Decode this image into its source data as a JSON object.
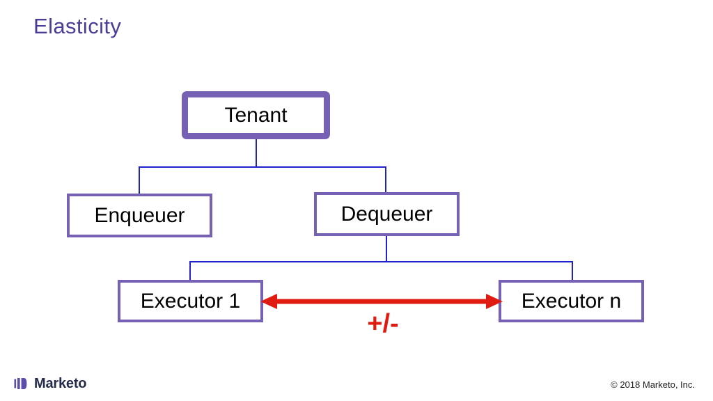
{
  "slide": {
    "title": "Elasticity",
    "title_color": "#4B3E99",
    "background": "#FFFFFF"
  },
  "diagram": {
    "type": "hierarchy-flowchart",
    "node_border_color": "#7761B5",
    "connector_color": "#2222CC",
    "accent_color": "#E01B11",
    "nodes": [
      {
        "id": "tenant",
        "label": "Tenant",
        "tier": 0
      },
      {
        "id": "enqueuer",
        "label": "Enqueuer",
        "tier": 1
      },
      {
        "id": "dequeuer",
        "label": "Dequeuer",
        "tier": 1
      },
      {
        "id": "executor-1",
        "label": "Executor 1",
        "tier": 2
      },
      {
        "id": "executor-n",
        "label": "Executor n",
        "tier": 2
      }
    ],
    "edges": [
      {
        "from": "tenant",
        "to": "enqueuer"
      },
      {
        "from": "tenant",
        "to": "dequeuer"
      },
      {
        "from": "dequeuer",
        "to": "executor-1"
      },
      {
        "from": "dequeuer",
        "to": "executor-n"
      }
    ],
    "annotation": {
      "id": "elasticity-range",
      "label": "+/-",
      "between": [
        "executor-1",
        "executor-n"
      ],
      "arrow": "double-headed",
      "color": "#E01B11"
    }
  },
  "footer": {
    "brand": "Marketo",
    "logo_icon": "marketo-bars-icon",
    "copyright": "© 2018 Marketo, Inc."
  }
}
